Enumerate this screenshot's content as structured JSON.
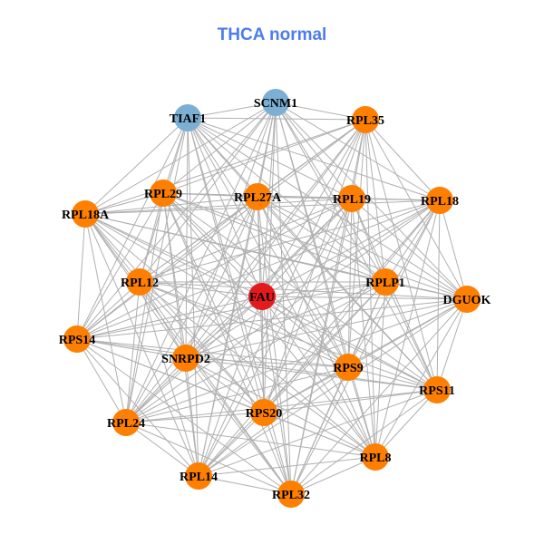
{
  "title": "THCA normal",
  "colors": {
    "title": "#4D7CF0",
    "edge": "#B0B0B0",
    "orange": "#FF7F00",
    "blue": "#7BAFD3",
    "red": "#E41A1C"
  },
  "network": {
    "fully_connected": true,
    "nodes": [
      {
        "name": "TIAF1",
        "group": "blue"
      },
      {
        "name": "SCNM1",
        "group": "blue"
      },
      {
        "name": "RPL35",
        "group": "orange"
      },
      {
        "name": "RPL29",
        "group": "orange"
      },
      {
        "name": "RPL27A",
        "group": "orange"
      },
      {
        "name": "RPL19",
        "group": "orange"
      },
      {
        "name": "RPL18",
        "group": "orange"
      },
      {
        "name": "RPL18A",
        "group": "orange"
      },
      {
        "name": "RPL12",
        "group": "orange"
      },
      {
        "name": "FAU",
        "group": "red"
      },
      {
        "name": "RPLP1",
        "group": "orange"
      },
      {
        "name": "DGUOK",
        "group": "orange"
      },
      {
        "name": "RPS14",
        "group": "orange"
      },
      {
        "name": "SNRPD2",
        "group": "orange"
      },
      {
        "name": "RPS9",
        "group": "orange"
      },
      {
        "name": "RPS11",
        "group": "orange"
      },
      {
        "name": "RPL24",
        "group": "orange"
      },
      {
        "name": "RPS20",
        "group": "orange"
      },
      {
        "name": "RPL8",
        "group": "orange"
      },
      {
        "name": "RPL14",
        "group": "orange"
      },
      {
        "name": "RPL32",
        "group": "orange"
      }
    ]
  }
}
